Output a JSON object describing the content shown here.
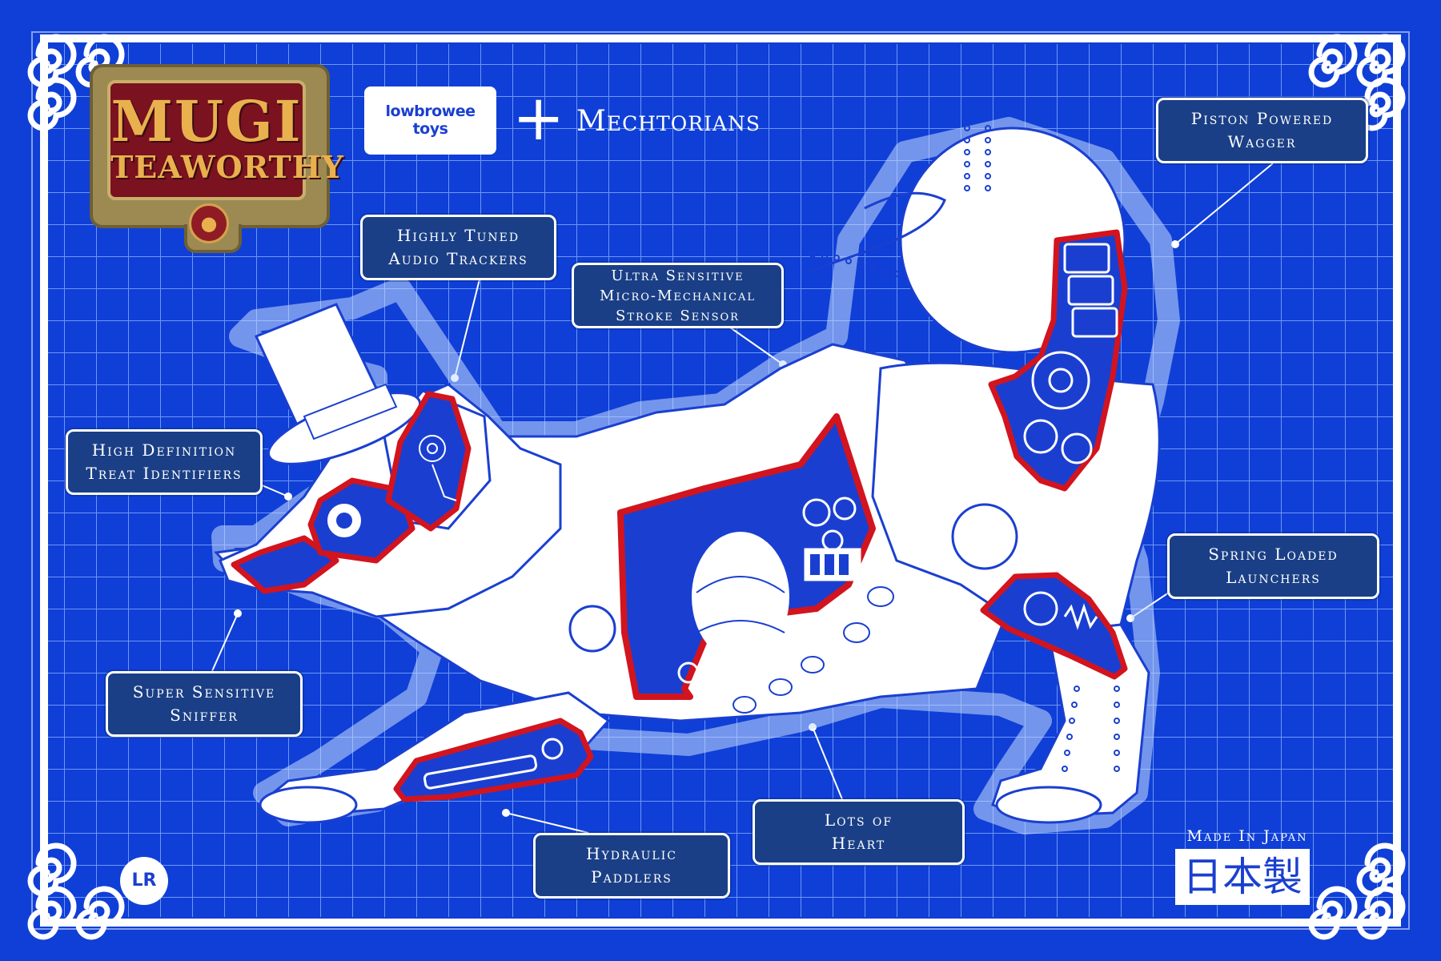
{
  "title": {
    "line1": "MUGI",
    "line2": "TEAWORTHY",
    "paw_icon": "paw-icon"
  },
  "brands": {
    "lowbrowee": [
      "lowbrowee",
      "toys"
    ],
    "plus": "+",
    "mechtorians": "Mechtorians"
  },
  "callouts": [
    {
      "id": "piston-powered-wagger",
      "lines": [
        "Piston Powered",
        "Wagger"
      ]
    },
    {
      "id": "highly-tuned-audio-trackers",
      "lines": [
        "Highly Tuned",
        "Audio Trackers"
      ]
    },
    {
      "id": "ultra-sensitive-stroke-sensor",
      "lines": [
        "Ultra Sensitive",
        "Micro-Mechanical",
        "Stroke Sensor"
      ]
    },
    {
      "id": "high-definition-treat-identifiers",
      "lines": [
        "High Definition",
        "Treat Identifiers"
      ]
    },
    {
      "id": "spring-loaded-launchers",
      "lines": [
        "Spring Loaded",
        "Launchers"
      ]
    },
    {
      "id": "super-sensitive-sniffer",
      "lines": [
        "Super Sensitive",
        "Sniffer"
      ]
    },
    {
      "id": "lots-of-heart",
      "lines": [
        "Lots of",
        "Heart"
      ]
    },
    {
      "id": "hydraulic-paddlers",
      "lines": [
        "Hydraulic",
        "Paddlers"
      ]
    }
  ],
  "footer": {
    "made_in": "Made In Japan",
    "japanese": "日本製",
    "artist_badge": "LR"
  },
  "colors": {
    "background": "#0f3fd6",
    "grid": "#7fa6ff",
    "callout_fill": "#1a3f86",
    "cutaway_outline": "#d2141e",
    "line_art": "#1a3fd0",
    "body_fill": "#ffffff"
  }
}
